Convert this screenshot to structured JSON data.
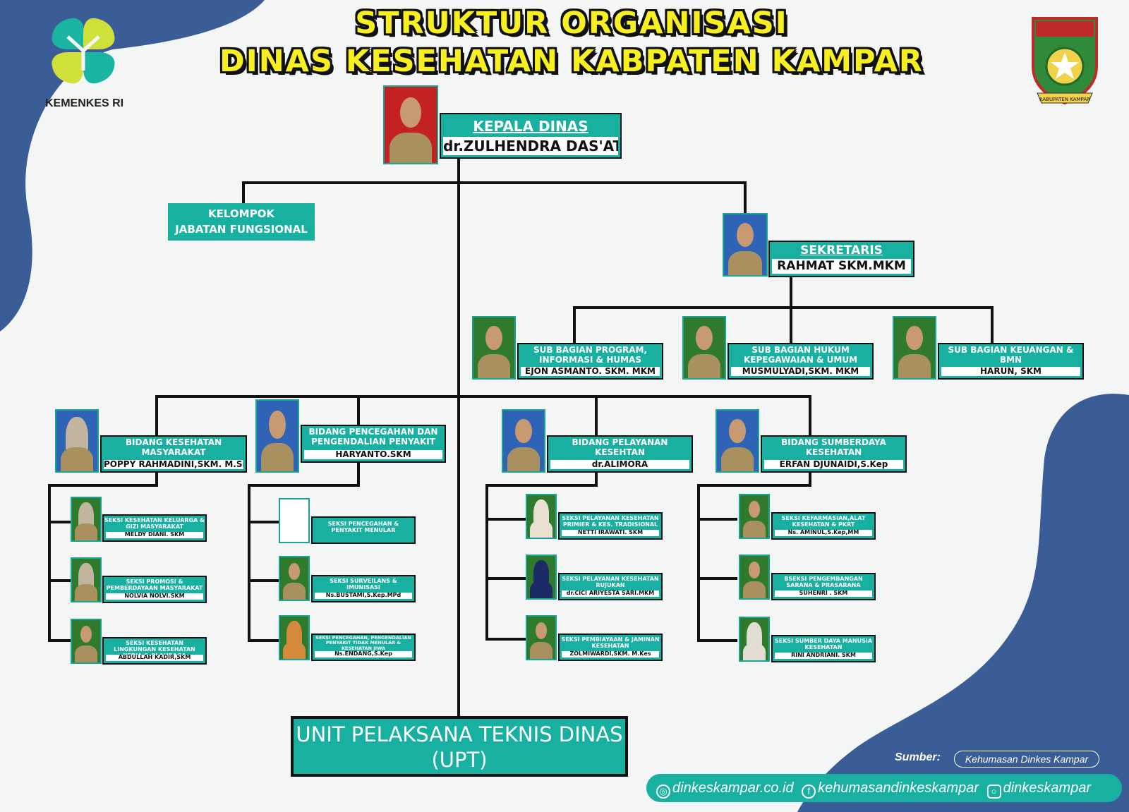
{
  "title": {
    "line1": "STRUKTUR ORGANISASI",
    "line2": "DINAS KESEHATAN KABPATEN KAMPAR"
  },
  "logos": {
    "left_text": "KEMENKES RI",
    "right_ribbon": "KABUPATEN KAMPAR"
  },
  "colors": {
    "teal": "#18b0a1",
    "navy": "#3b5d97",
    "title_yellow": "#f7ef1f",
    "line": "#111111"
  },
  "head": {
    "label": "KEPALA DINAS",
    "name": "dr.ZULHENDRA DAS'AT"
  },
  "functional": {
    "line1": "KELOMPOK",
    "line2": "JABATAN FUNGSIONAL"
  },
  "secretary": {
    "label": "SEKRETARIS",
    "name": "RAHMAT SKM.MKM"
  },
  "sub_bagian": [
    {
      "label": "SUB BAGIAN PROGRAM, INFORMASI & HUMAS",
      "name": "EJON ASMANTO. SKM. MKM"
    },
    {
      "label": "SUB BAGIAN HUKUM KEPEGAWAIAN & UMUM",
      "name": "MUSMULYADI,SKM. MKM"
    },
    {
      "label": "SUB BAGIAN KEUANGAN & BMN",
      "name": "HARUN, SKM"
    }
  ],
  "bidang": [
    {
      "label": "BIDANG KESEHATAN MASYARAKAT",
      "name": "POPPY RAHMADINI,SKM. M.Si"
    },
    {
      "label": "BIDANG PENCEGAHAN DAN PENGENDALIAN PENYAKIT",
      "name": "HARYANTO.SKM"
    },
    {
      "label": "BIDANG PELAYANAN KESEHTAN",
      "name": "dr.ALIMORA"
    },
    {
      "label": "BIDANG SUMBERDAYA KESEHATAN",
      "name": "ERFAN DJUNAIDI,S.Kep"
    }
  ],
  "seksi": [
    [
      {
        "label": "SEKSI KESEHATAN KELUARGA & GIZI MASYARAKAT",
        "name": "MELDY DIANI. SKM"
      },
      {
        "label": "SEKSI PROMOSI & PEMBERDAYAAN MASYARAKAT",
        "name": "NOLVIA NOLVI.SKM"
      },
      {
        "label": "SEKSI KESEHATAN LINGKUNGAN KESEHATAN KERJA & OLAHRAGA",
        "name": "ABDULLAH KADIR,SKM"
      }
    ],
    [
      {
        "label": "SEKSI PENCEGAHAN & PENYAKIT MENULAR",
        "name": ""
      },
      {
        "label": "SEKSI SURVEILANS & IMUNISASI",
        "name": "Ns.BUSTAMI,S.Kep.MPd"
      },
      {
        "label": "SEKSI PENCEGAHAN, PENGENDALIAN PENYAKIT TIDAK MENULAR & KESEHATAN JIWA",
        "name": "Ns.ENDANG,S.Kep"
      }
    ],
    [
      {
        "label": "SEKSI PELAYANAN KESEHATAN PRIMIER & KES. TRADISIONAL",
        "name": "NETTI IRAWATI. SKM"
      },
      {
        "label": "SEKSI PELAYANAN KESEHATAN RUJUKAN",
        "name": "dr.CICI ARIYESTA SARI.MKM"
      },
      {
        "label": "SEKSI PEMBIAYAAN & JAMINAN KESEHATAN",
        "name": "ZOLMIWARDI,SKM. M.Kes"
      }
    ],
    [
      {
        "label": "SEKSI KEFARMASIAN,ALAT KESEHATAN & PKRT",
        "name": "Ns. AMINUL,S.Kep,MM"
      },
      {
        "label": "BSEKSI PENGEMBANGAN SARANA & PRASARANA",
        "name": "SUHENRI . SKM"
      },
      {
        "label": "SEKSI SUMBER DAYA MANUSIA KESEHATAN",
        "name": "RINI ANDRIANI. SKM"
      }
    ]
  ],
  "upt": {
    "line1": "UNIT PELAKSANA TEKNIS DINAS",
    "line2": "(UPT)"
  },
  "footer": {
    "source_label": "Sumber:",
    "source_value": "Kehumasan Dinkes Kampar",
    "website": "dinkeskampar.co.id",
    "facebook": "kehumasandinkeskampar",
    "instagram": "dinkeskampar"
  }
}
